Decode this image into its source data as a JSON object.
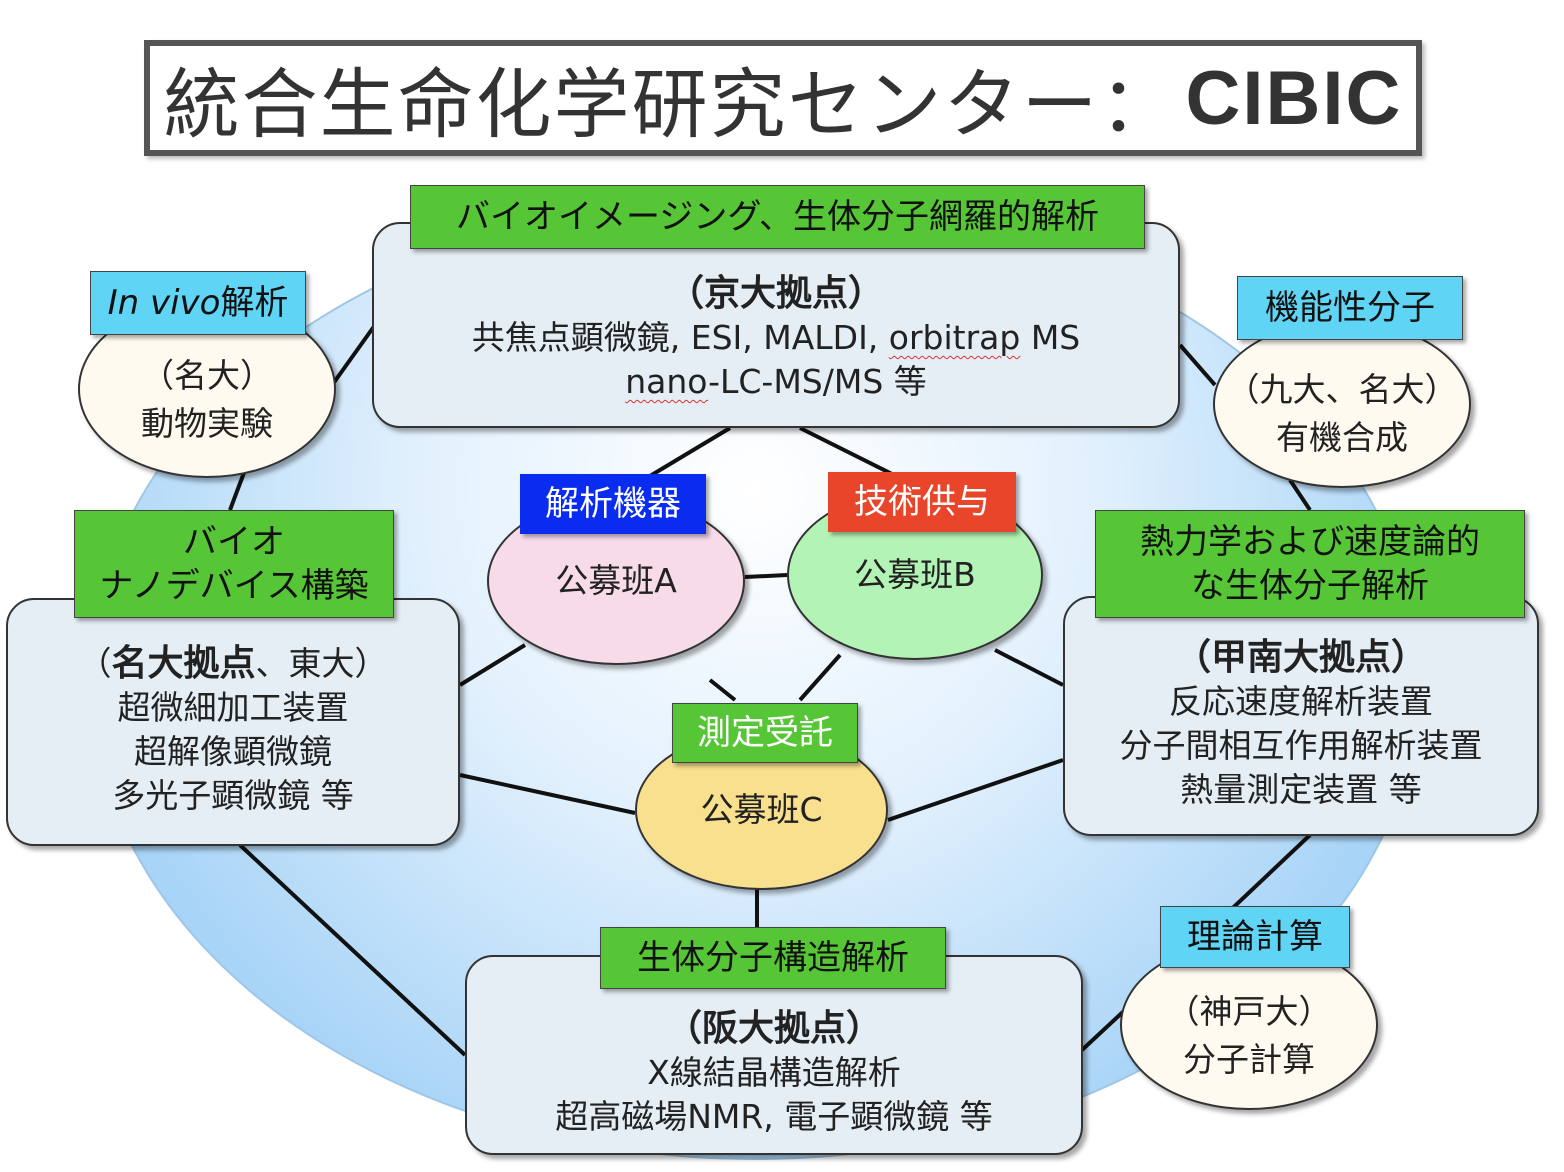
{
  "title": {
    "main": "統合生命化学研究センター：",
    "suffix": "CIBIC"
  },
  "nodes": {
    "kyoto": {
      "tag": "バイオイメージング、生体分子網羅的解析",
      "site": "（京大拠点）",
      "line1": "共焦点顕微鏡, ESI, MALDI, ",
      "line1_squig": "orbitrap",
      "line1_end": " MS",
      "line2_squig": "nano",
      "line2_end": "-LC-MS/MS 等"
    },
    "nagoya_vivo": {
      "tag_italic": "In vivo",
      "tag_rest": "解析",
      "site": "（名大）",
      "desc": "動物実験"
    },
    "kinou": {
      "tag": "機能性分子",
      "site": "（九大、名大）",
      "desc": "有機合成"
    },
    "nagoya_nano": {
      "tag_line1": "バイオ",
      "tag_line2": "ナノデバイス構築",
      "site_bold": "名大拠点",
      "site_rest": "、東大",
      "open": "（",
      "close": "）",
      "lines": [
        "超微細加工装置",
        "超解像顕微鏡",
        "多光子顕微鏡 等"
      ]
    },
    "konan": {
      "tag_line1": "熱力学および速度論的",
      "tag_line2": "な生体分子解析",
      "site": "（甲南大拠点）",
      "lines": [
        "反応速度解析装置",
        "分子間相互作用解析装置",
        "熱量測定装置 等"
      ]
    },
    "osaka": {
      "tag": "生体分子構造解析",
      "site": "（阪大拠点）",
      "lines": [
        "X線結晶構造解析",
        "超高磁場NMR, 電子顕微鏡 等"
      ]
    },
    "kobe": {
      "tag": "理論計算",
      "site": "（神戸大）",
      "desc": "分子計算"
    },
    "groupA": {
      "tag": "解析機器",
      "label": "公募班A",
      "color": "#f7dbe9"
    },
    "groupB": {
      "tag": "技術供与",
      "label": "公募班B",
      "color": "#b3f3b5"
    },
    "groupC": {
      "tag": "測定受託",
      "label": "公募班C",
      "color": "#f8e08e"
    }
  },
  "colors": {
    "tag_green": "#56c536",
    "tag_cyan": "#5fd4f5",
    "tag_blue": "#0a2cf0",
    "tag_red": "#e8452a",
    "box_fill": "#e4eef4"
  }
}
